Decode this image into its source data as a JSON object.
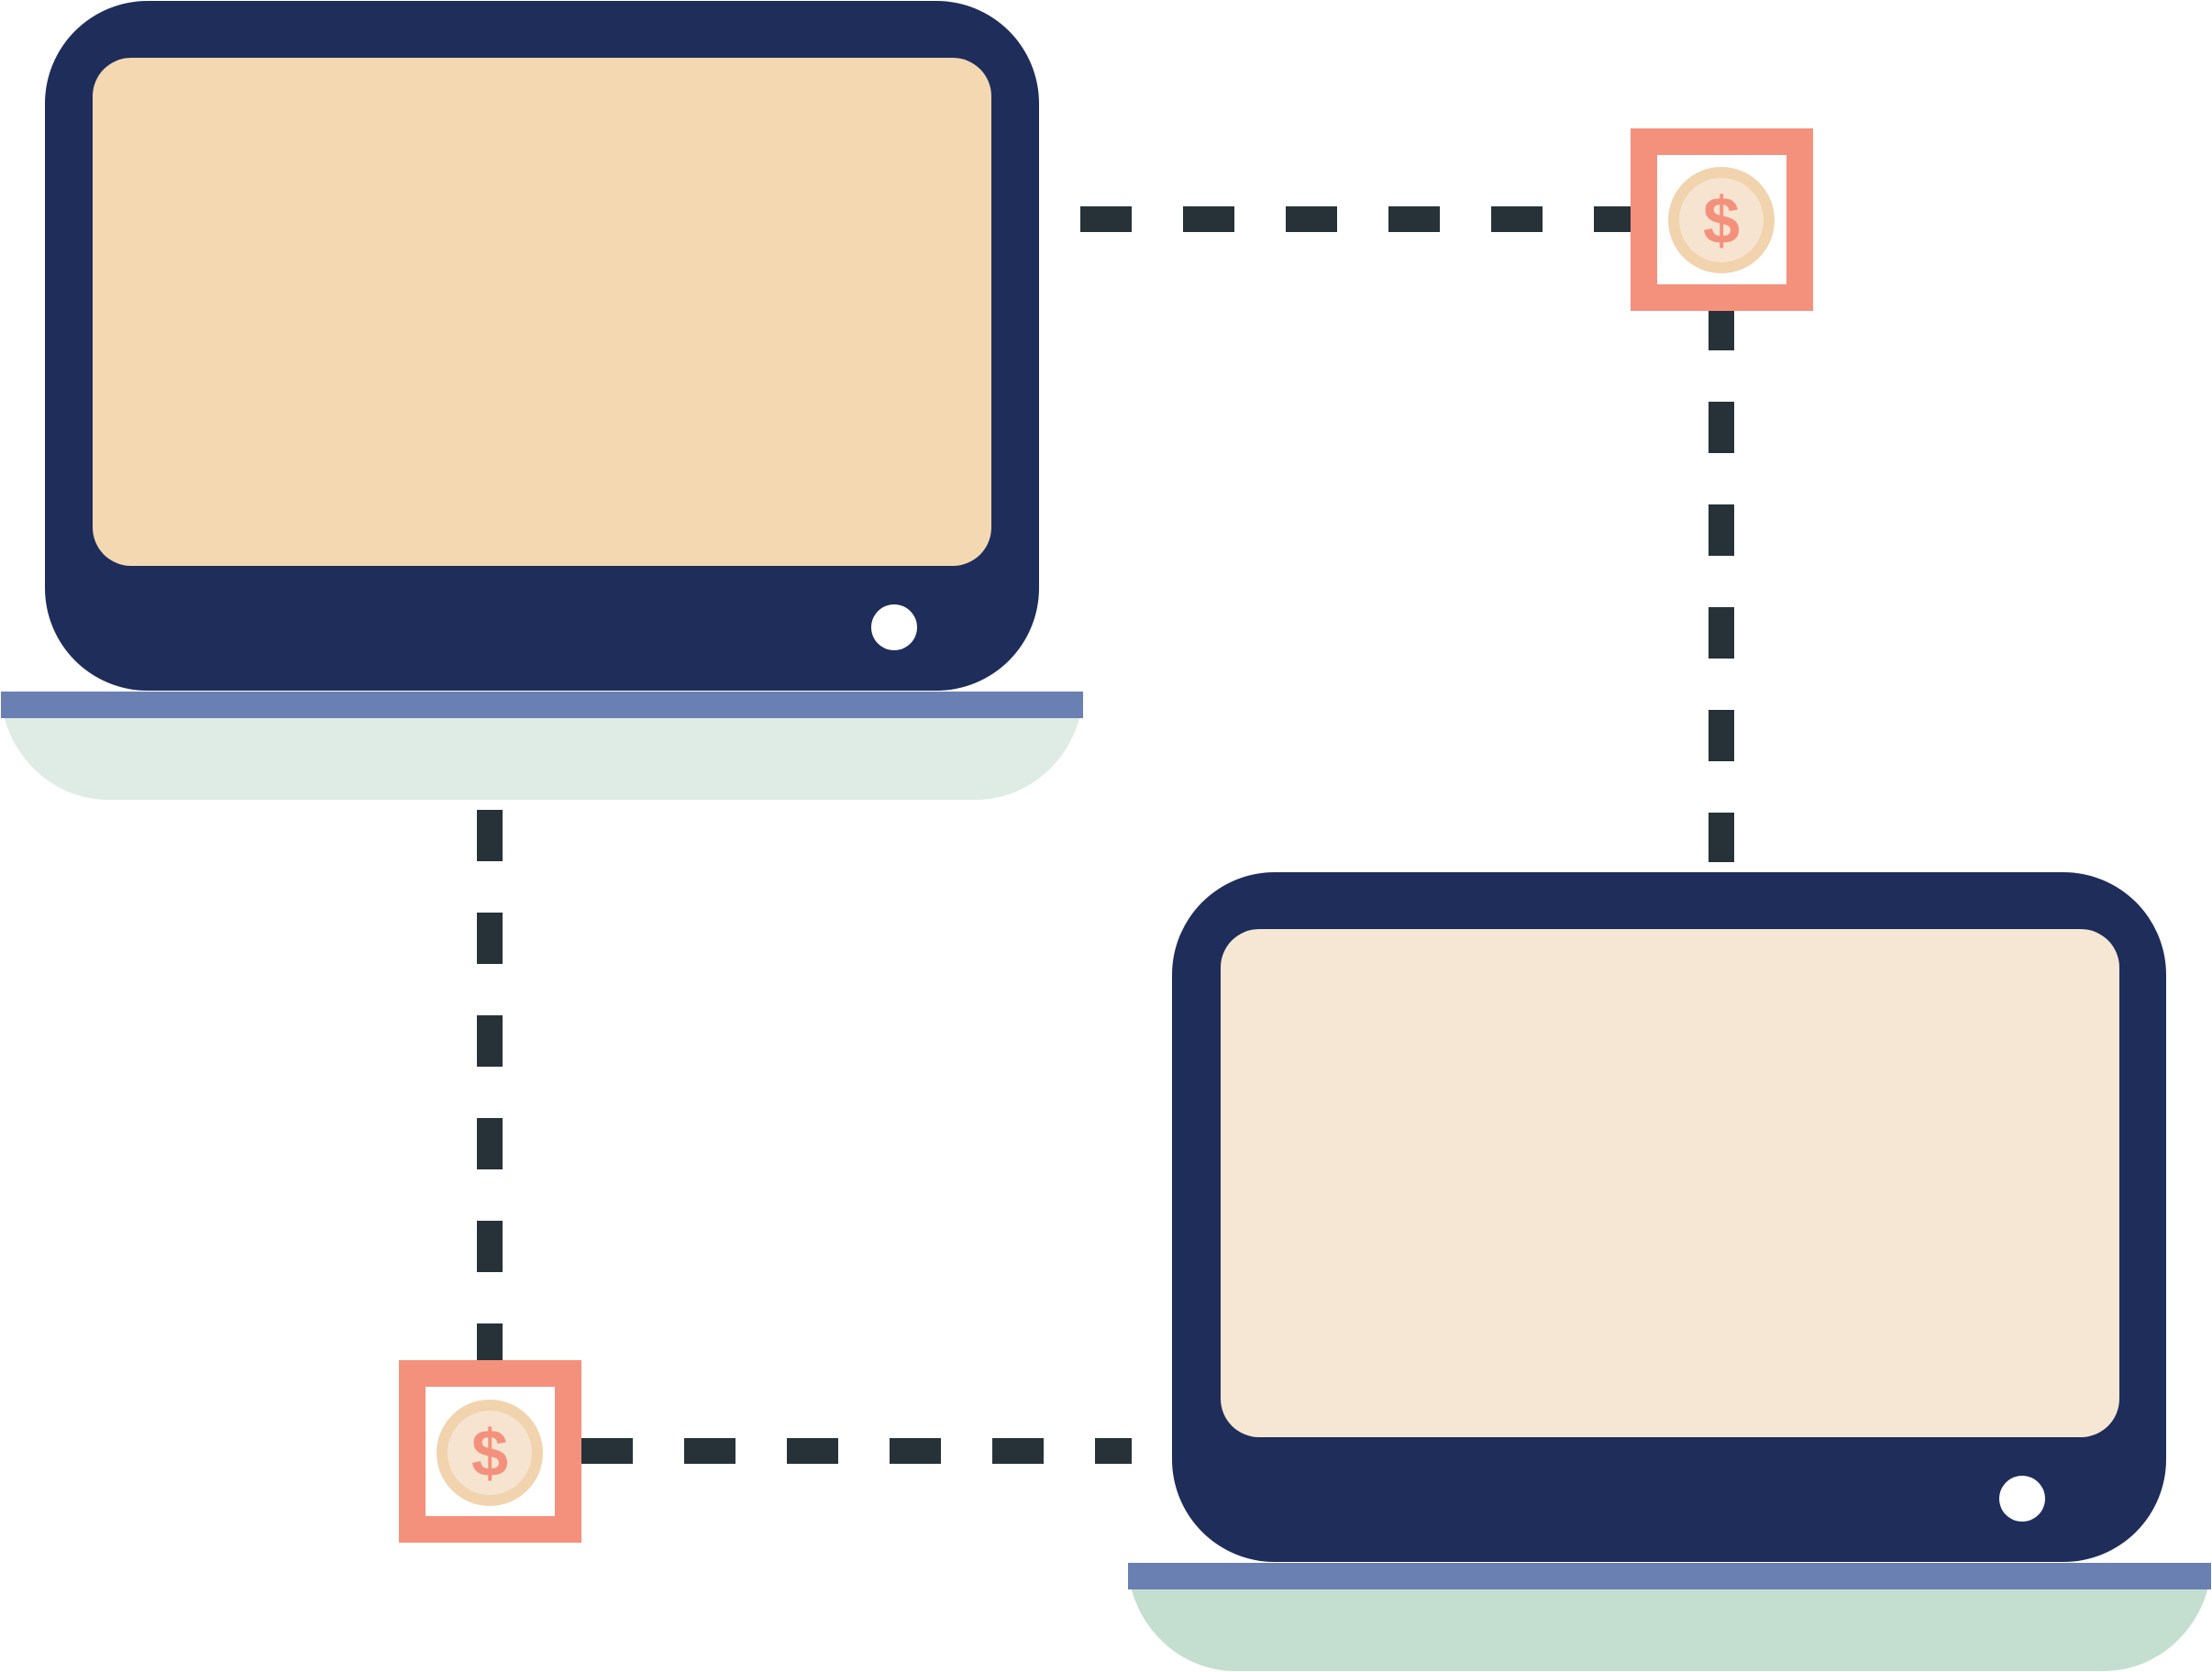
{
  "illustration": {
    "laptops": [
      {
        "id": "laptop-top-left",
        "screen_color": "#F3D8B2",
        "base_color": "#DEECE5"
      },
      {
        "id": "laptop-bottom-right",
        "screen_color": "#F6E7D4",
        "base_color": "#C4DFD0"
      }
    ],
    "payment_nodes": [
      {
        "id": "payment-node-top-right",
        "symbol": "$"
      },
      {
        "id": "payment-node-bottom-left",
        "symbol": "$"
      }
    ],
    "connector": {
      "style": "dashed",
      "color": "#263238"
    },
    "colors": {
      "laptop_body": "#1E2D5A",
      "hinge": "#6B80B2",
      "camera_dot": "#FFFFFF",
      "payment_frame": "#F4917C",
      "payment_inner": "#FFFFFF",
      "coin_outer": "#F1D3AD",
      "coin_inner": "#F6E4D1",
      "coin_symbol": "#F4917C"
    }
  }
}
